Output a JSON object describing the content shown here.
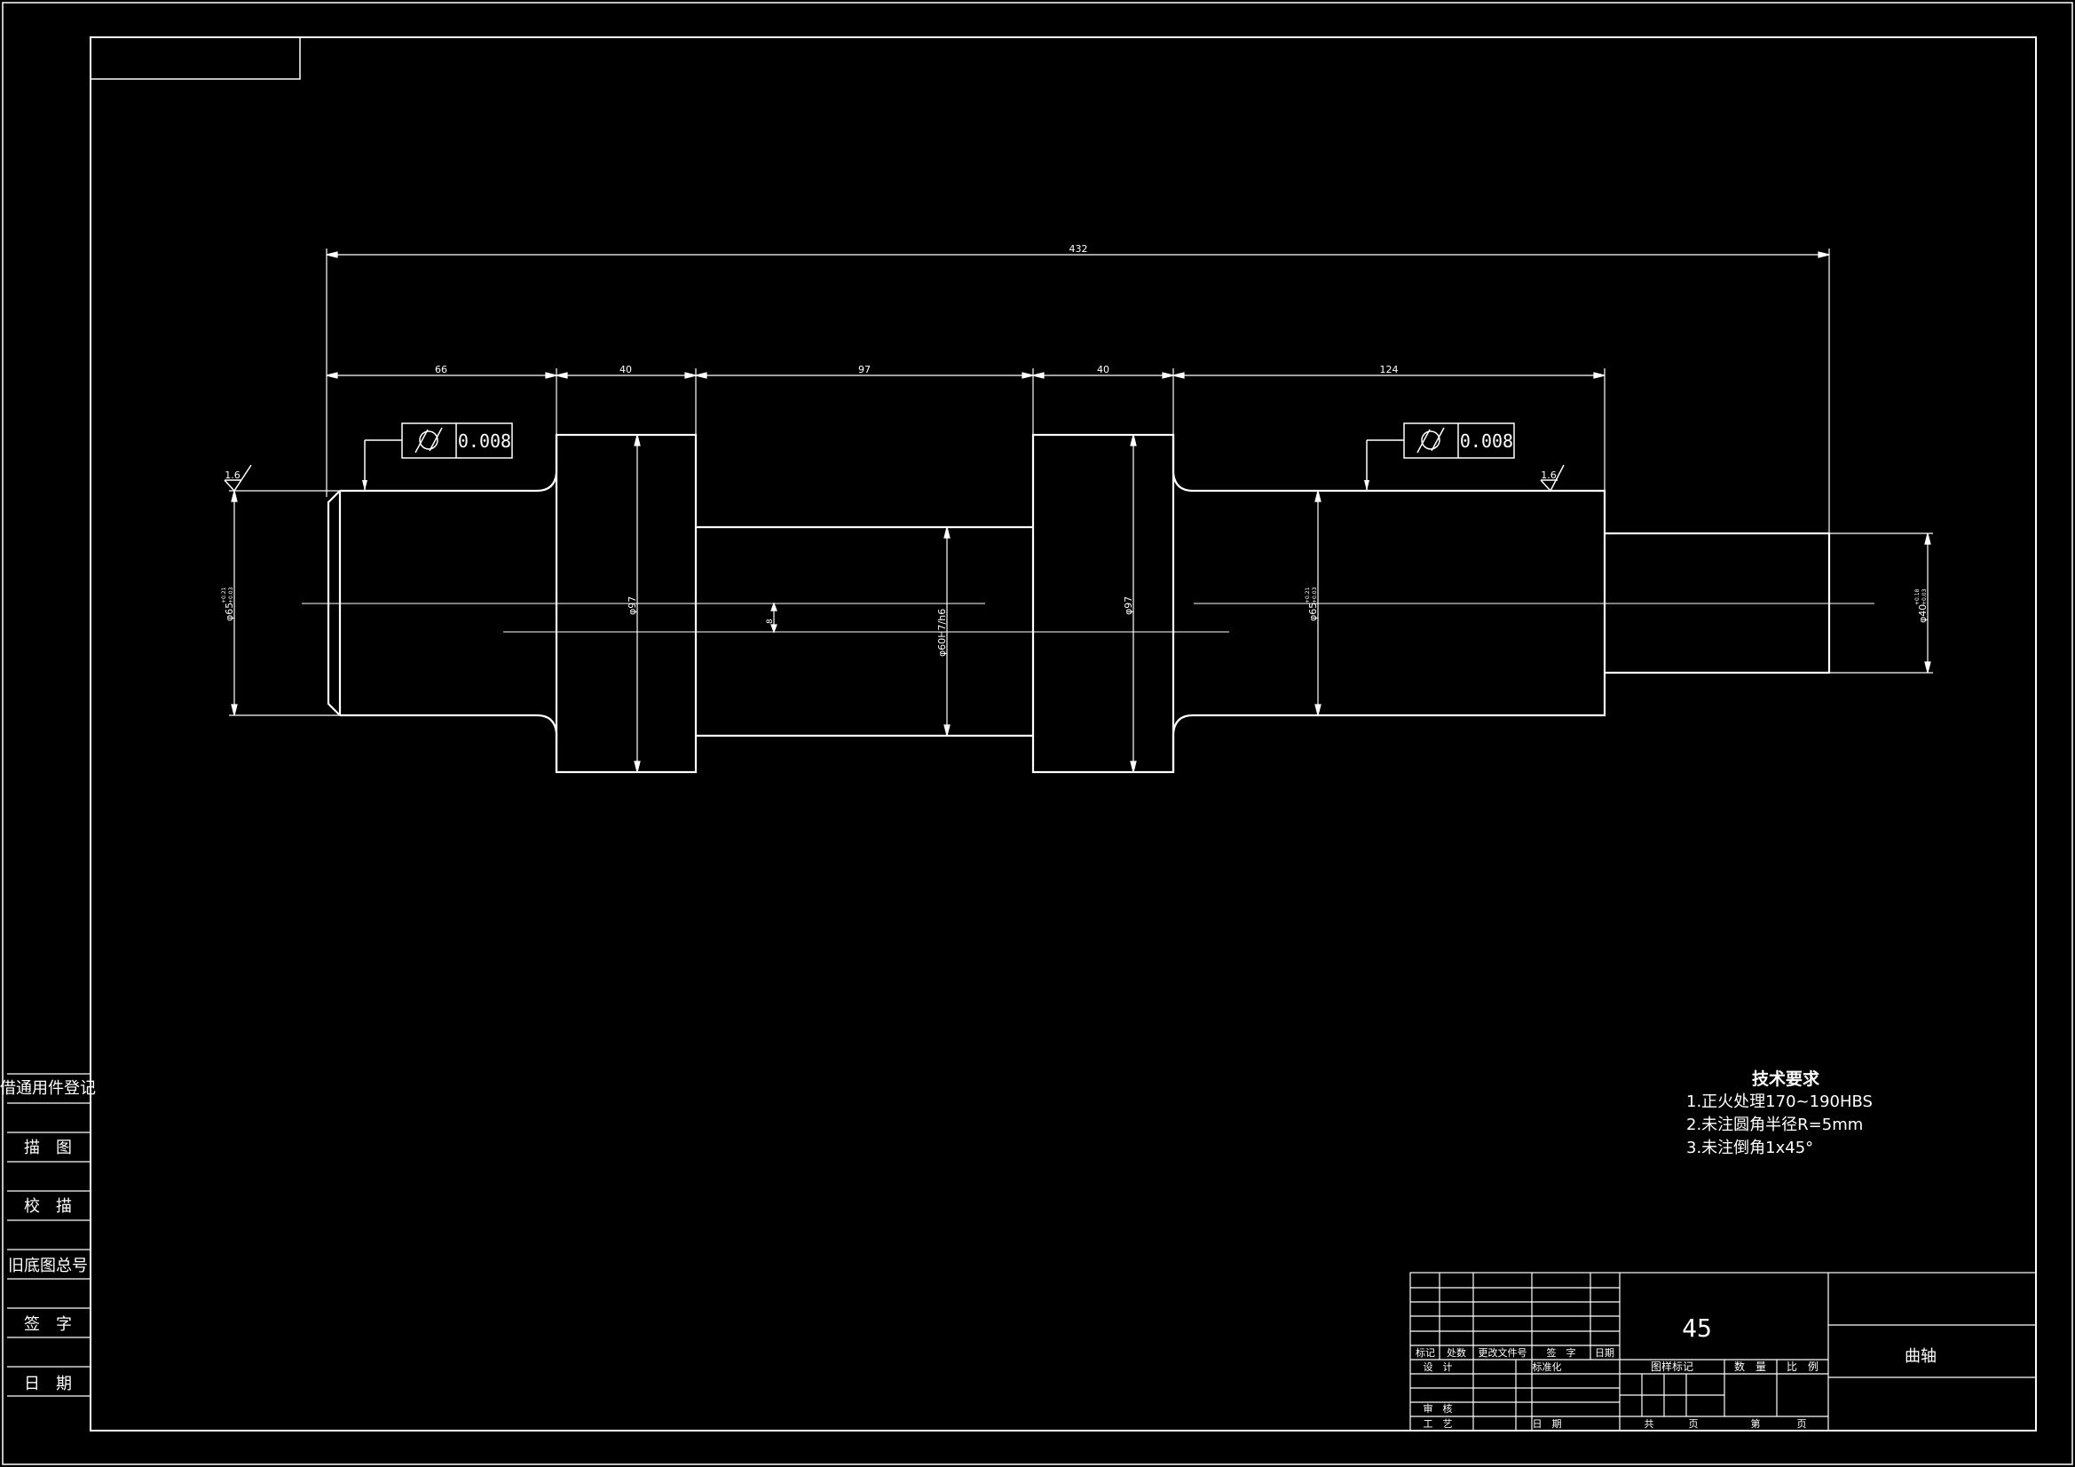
{
  "sidebar": {
    "labels": [
      "借通用件登记",
      "描　图",
      "校　描",
      "旧底图总号",
      "签　字",
      "日　期"
    ]
  },
  "dimensions": {
    "overall_length": "432",
    "seg1": "66",
    "seg2": "40",
    "seg3": "97",
    "seg4": "40",
    "seg5": "124",
    "dia_left_journal": "φ65",
    "dia_left_tol_upper": "+0.21",
    "dia_left_tol_lower": "+0.03",
    "dia_web_left": "φ97",
    "dia_pin": "φ60H7/h6",
    "offset": "8",
    "dia_web_right": "φ97",
    "dia_right_journal": "φ65",
    "dia_right_tol_upper": "+0.21",
    "dia_right_tol_lower": "+0.03",
    "dia_end": "φ40",
    "dia_end_tol_upper": "+0.18",
    "dia_end_tol_lower": "+0.03"
  },
  "tolerance": {
    "left_value": "0.008",
    "right_value": "0.008"
  },
  "roughness": {
    "left": "1.6",
    "right": "1.6"
  },
  "technical_requirements": {
    "title": "技术要求",
    "items": [
      "1.正火处理170~190HBS",
      "2.未注圆角半径R=5mm",
      "3.未注倒角1x45°"
    ]
  },
  "title_block": {
    "material": "45",
    "part_name": "曲轴",
    "row_labels": [
      "标记",
      "处数",
      "更改文件号",
      "签　字",
      "日期"
    ],
    "design": "设　计",
    "standardize": "标准化",
    "review": "审　核",
    "process": "工　艺",
    "date": "日　期",
    "stage_mark": "图样标记",
    "weight": "数　量",
    "scale": "比　例",
    "total": "共",
    "sheet_unit": "页",
    "no": "第",
    "page_unit": "页"
  }
}
